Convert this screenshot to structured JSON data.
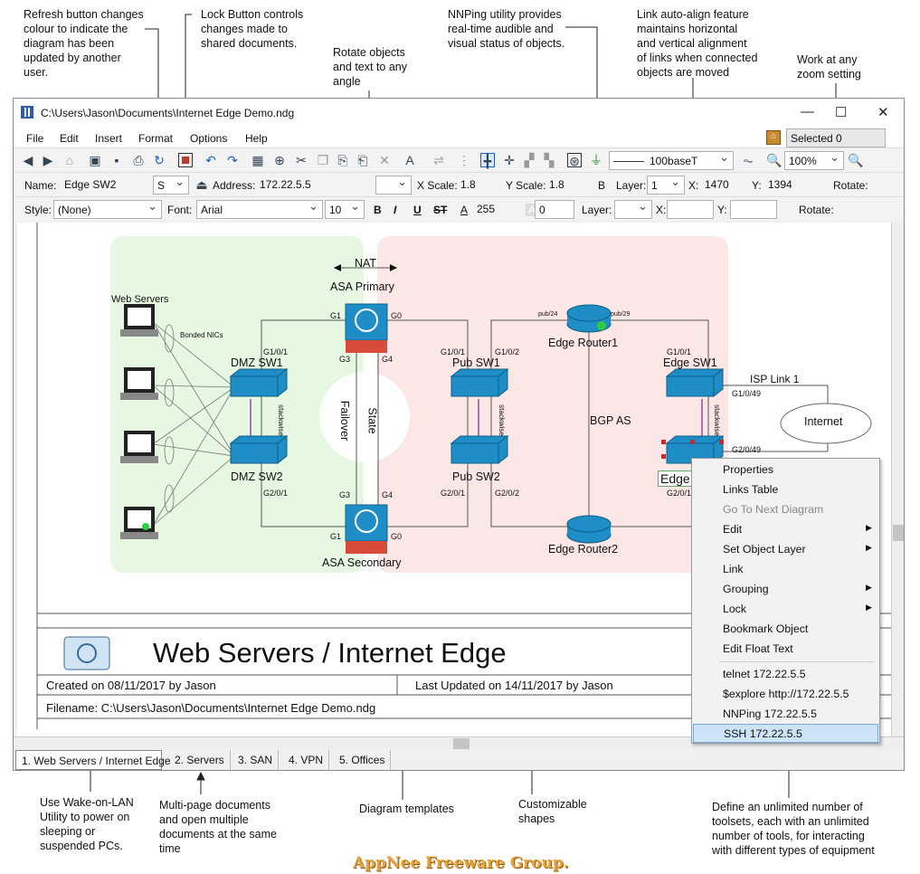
{
  "callouts": {
    "refresh": "Refresh button changes\ncolour to indicate the\ndiagram has been\nupdated by another\nuser.",
    "lock": "Lock Button controls\nchanges made to\nshared documents.",
    "rotate": "Rotate objects\nand text to any\nangle",
    "nnping": "NNPing utility provides\nreal-time audible and\nvisual status of objects.",
    "autoalign": "Link auto-align feature\nmaintains horizontal\nand vertical alignment\nof links when connected\nobjects are moved",
    "zoom": "Work at any\nzoom setting",
    "wol": "Use Wake-on-LAN\nUtility to power on\nsleeping or\nsuspended PCs.",
    "multipage": "Multi-page documents\nand open multiple\ndocuments at the same\ntime",
    "templates": "Diagram templates",
    "shapes": "Customizable\nshapes",
    "toolsets": "Define an unlimited number of\ntoolsets, each with an unlimited\nnumber of tools, for interacting\nwith different types of equipment"
  },
  "window": {
    "title": "C:\\Users\\Jason\\Documents\\Internet Edge Demo.ndg",
    "minimize": "—",
    "maximize": "☐",
    "close": "✕"
  },
  "menu": [
    "File",
    "Edit",
    "Insert",
    "Format",
    "Options",
    "Help"
  ],
  "selected_label": "Selected 0",
  "toolbar1": {
    "line_style": "100baseT",
    "zoom": "100%"
  },
  "toolbar2": {
    "name_label": "Name:",
    "name": "Edge SW2",
    "size": "S",
    "address_label": "Address:",
    "address": "172.22.5.5",
    "xscale_label": "X Scale:",
    "xscale": "1.8",
    "yscale_label": "Y Scale:",
    "yscale": "1.8",
    "b_label": "B",
    "layer_label": "Layer:",
    "layer": "1",
    "x_label": "X:",
    "x": "1470",
    "y_label": "Y:",
    "y": "1394",
    "rotate_label": "Rotate:"
  },
  "toolbar3": {
    "style_label": "Style:",
    "style": "(None)",
    "font_label": "Font:",
    "font": "Arial",
    "font_size": "10",
    "bold": "B",
    "italic": "I",
    "underline": "U",
    "strike": "ST",
    "color1": "255",
    "color2": "0",
    "layer_label": "Layer:",
    "x_label": "X:",
    "y_label": "Y:",
    "rotate_label": "Rotate:"
  },
  "diagram": {
    "web_servers": "Web Servers",
    "bonded_nics": "Bonded NICs",
    "dmz_sw1": "DMZ SW1",
    "dmz_sw2": "DMZ SW2",
    "nat": "NAT",
    "asa_primary": "ASA Primary",
    "asa_secondary": "ASA Secondary",
    "failover": "Failover",
    "state": "State",
    "pub_sw1": "Pub SW1",
    "pub_sw2": "Pub SW2",
    "edge_router1": "Edge Router1",
    "edge_router2": "Edge Router2",
    "edge_sw1": "Edge SW1",
    "edge_sw2_partial": "Edge",
    "bgp_as": "BGP AS",
    "isp_link": "ISP Link 1",
    "internet": "Internet",
    "stackwise": "stackwise",
    "ports": {
      "g1a": "G1",
      "g0a": "G0",
      "g3a": "G3",
      "g4a": "G4",
      "g3b": "G3",
      "g4b": "G4",
      "g1b": "G1",
      "g0b": "G0",
      "dmz_101": "G1/0/1",
      "dmz_201": "G2/0/1",
      "pub_101": "G1/0/1",
      "pub_102": "G1/0/2",
      "pub_201": "G2/0/1",
      "pub_202": "G2/0/2",
      "pub24": "pub/24",
      "pub29": "pub/29",
      "edge_101": "G1/0/1",
      "edge_1049": "G1/0/49",
      "edge_2049": "G2/0/49",
      "edge_201": "G2/0/1"
    },
    "title": "Web Servers / Internet Edge",
    "created": "Created on 08/11/2017 by Jason",
    "updated": "Last Updated on 14/11/2017 by Jason",
    "filename": "Filename: C:\\Users\\Jason\\Documents\\Internet Edge Demo.ndg"
  },
  "context_menu": [
    {
      "label": "Properties",
      "arrow": ""
    },
    {
      "label": "Links Table",
      "arrow": ""
    },
    {
      "label": "Go To Next Diagram",
      "arrow": ""
    },
    {
      "label": "Edit",
      "arrow": "▶"
    },
    {
      "label": "Set Object Layer",
      "arrow": "▶"
    },
    {
      "label": "Link",
      "arrow": ""
    },
    {
      "label": "Grouping",
      "arrow": "▶"
    },
    {
      "label": "Lock",
      "arrow": "▶"
    },
    {
      "label": "Bookmark Object",
      "arrow": ""
    },
    {
      "label": "Edit Float Text",
      "arrow": ""
    },
    {
      "label": "telnet 172.22.5.5",
      "arrow": ""
    },
    {
      "label": "$explore http://172.22.5.5",
      "arrow": ""
    },
    {
      "label": "NNPing 172.22.5.5",
      "arrow": ""
    },
    {
      "label": "SSH 172.22.5.5",
      "arrow": ""
    }
  ],
  "tabs": [
    "1. Web Servers / Internet Edge",
    "2. Servers",
    "3. SAN",
    "4. VPN",
    "5. Offices"
  ],
  "watermark": "AppNee Freeware Group."
}
